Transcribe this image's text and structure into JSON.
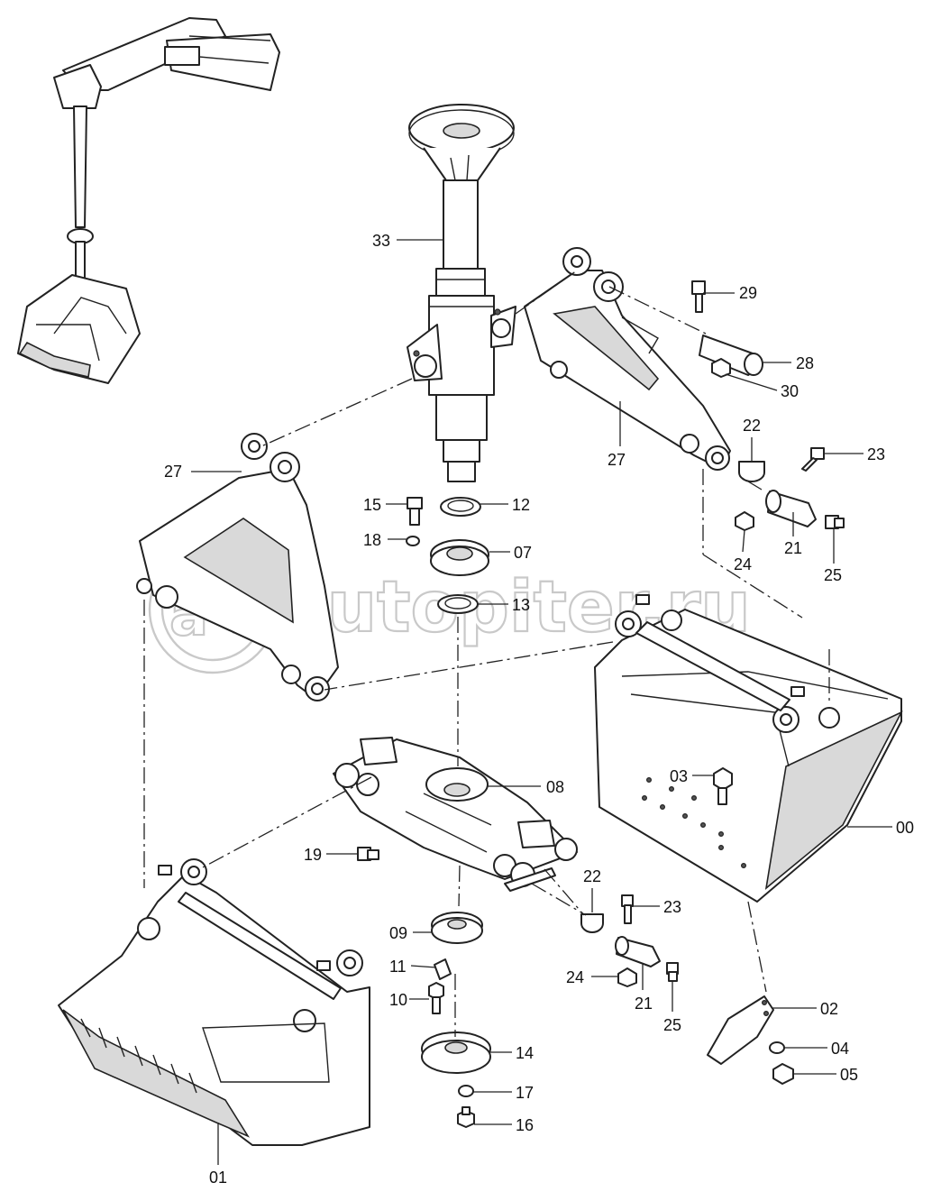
{
  "watermark": {
    "text": "autopiter.ru"
  },
  "callouts": [
    {
      "id": "33",
      "text": "33"
    },
    {
      "id": "29",
      "text": "29"
    },
    {
      "id": "28",
      "text": "28"
    },
    {
      "id": "30",
      "text": "30"
    },
    {
      "id": "27a",
      "text": "27"
    },
    {
      "id": "27b",
      "text": "27"
    },
    {
      "id": "22a",
      "text": "22"
    },
    {
      "id": "23a",
      "text": "23"
    },
    {
      "id": "21a",
      "text": "21"
    },
    {
      "id": "24a",
      "text": "24"
    },
    {
      "id": "25a",
      "text": "25"
    },
    {
      "id": "15",
      "text": "15"
    },
    {
      "id": "12",
      "text": "12"
    },
    {
      "id": "18",
      "text": "18"
    },
    {
      "id": "07",
      "text": "07"
    },
    {
      "id": "13",
      "text": "13"
    },
    {
      "id": "08",
      "text": "08"
    },
    {
      "id": "03",
      "text": "03"
    },
    {
      "id": "00",
      "text": "00"
    },
    {
      "id": "19",
      "text": "19"
    },
    {
      "id": "22b",
      "text": "22"
    },
    {
      "id": "23b",
      "text": "23"
    },
    {
      "id": "09",
      "text": "09"
    },
    {
      "id": "11",
      "text": "11"
    },
    {
      "id": "24b",
      "text": "24"
    },
    {
      "id": "21b",
      "text": "21"
    },
    {
      "id": "25b",
      "text": "25"
    },
    {
      "id": "10",
      "text": "10"
    },
    {
      "id": "02",
      "text": "02"
    },
    {
      "id": "04",
      "text": "04"
    },
    {
      "id": "14",
      "text": "14"
    },
    {
      "id": "05",
      "text": "05"
    },
    {
      "id": "17",
      "text": "17"
    },
    {
      "id": "16",
      "text": "16"
    },
    {
      "id": "01",
      "text": "01"
    }
  ]
}
